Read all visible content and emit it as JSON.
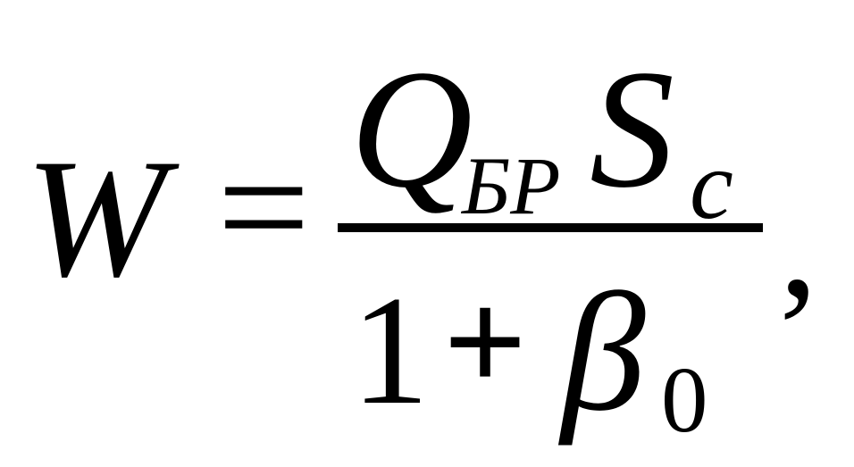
{
  "formula": {
    "lhs": "W",
    "equals": "=",
    "numerator": {
      "q": "Q",
      "q_sub": "БР",
      "s": "S",
      "s_sub": "c"
    },
    "denominator": {
      "one": "1",
      "plus": "+",
      "beta": "β",
      "beta_sub": "0"
    },
    "trailing": ","
  }
}
